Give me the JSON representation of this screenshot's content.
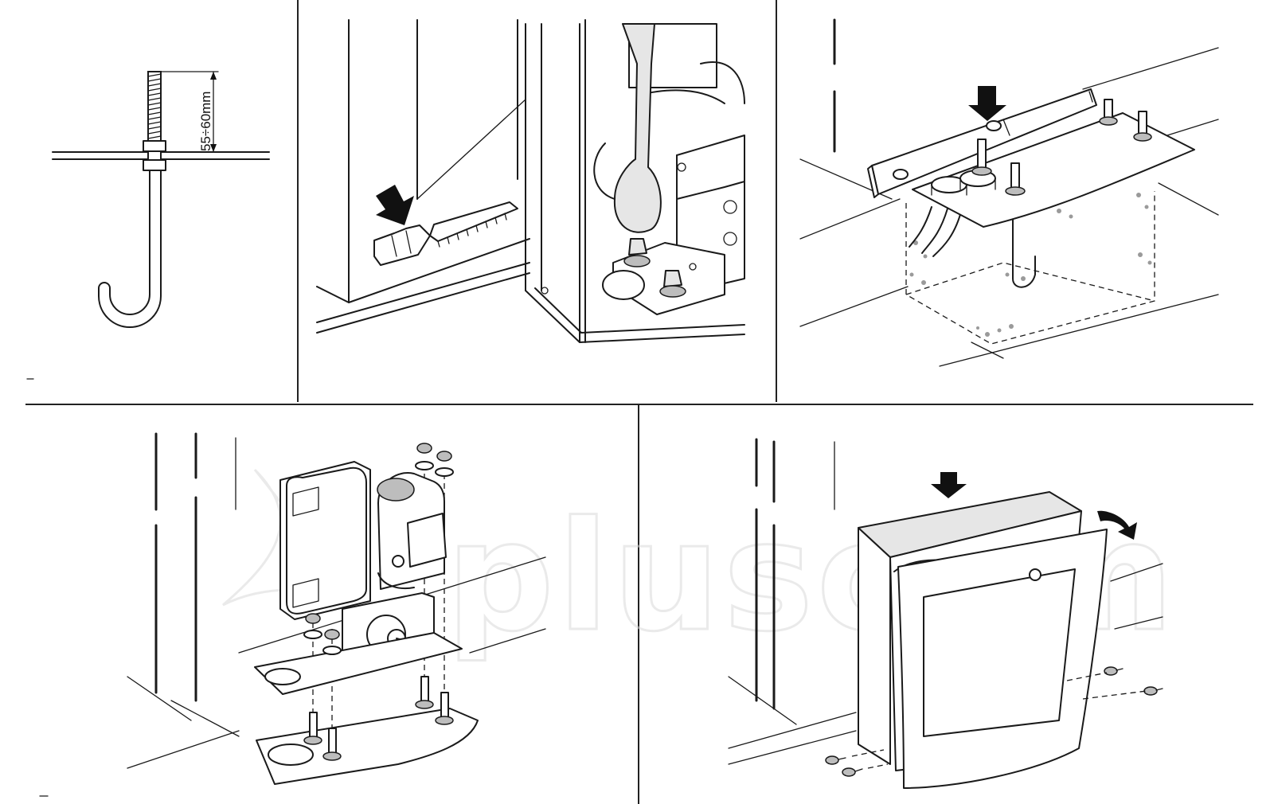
{
  "dimension_label": "55÷60mm",
  "watermark": {
    "text": "pluscom",
    "color": "#d9d9d9"
  },
  "colors": {
    "line": "#1a1a1a",
    "background": "#ffffff",
    "shade": "#e6e6e6"
  },
  "panels": [
    {
      "id": "anchor-bolt-detail"
    },
    {
      "id": "rack-and-motor-base-detail"
    },
    {
      "id": "foundation-plate-levelling"
    },
    {
      "id": "motor-assembly-exploded"
    },
    {
      "id": "cover-fitting"
    }
  ],
  "icons": [
    "arrow-down-icon",
    "arrow-curved-icon"
  ]
}
